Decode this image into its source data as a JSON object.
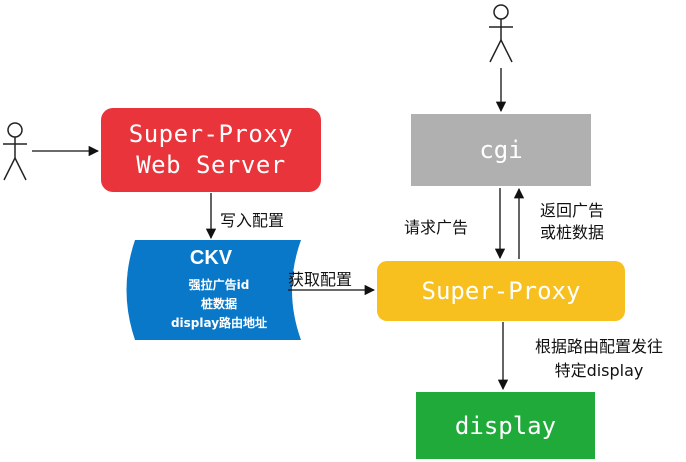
{
  "colors": {
    "super_proxy_web_server": "#e8343a",
    "cgi": "#b0b0b0",
    "ckv": "#0a78c8",
    "super_proxy": "#f7c01f",
    "display": "#1faa3a",
    "line": "#111111"
  },
  "nodes": {
    "super_proxy_web_server": {
      "line1": "Super-Proxy",
      "line2": "Web Server"
    },
    "cgi": {
      "label": "cgi"
    },
    "ckv": {
      "title": "CKV",
      "line1": "强拉广告id",
      "line2": "桩数据",
      "line3": "display路由地址"
    },
    "super_proxy": {
      "label": "Super-Proxy"
    },
    "display": {
      "label": "display"
    }
  },
  "edges": {
    "write_config": "写入配置",
    "fetch_config": "获取配置",
    "request_ad": "请求广告",
    "return_ad_line1": "返回广告",
    "return_ad_line2": "或桩数据",
    "route_line1": "根据路由配置发往",
    "route_line2": "特定display"
  },
  "actors": [
    "user-left",
    "user-top"
  ]
}
